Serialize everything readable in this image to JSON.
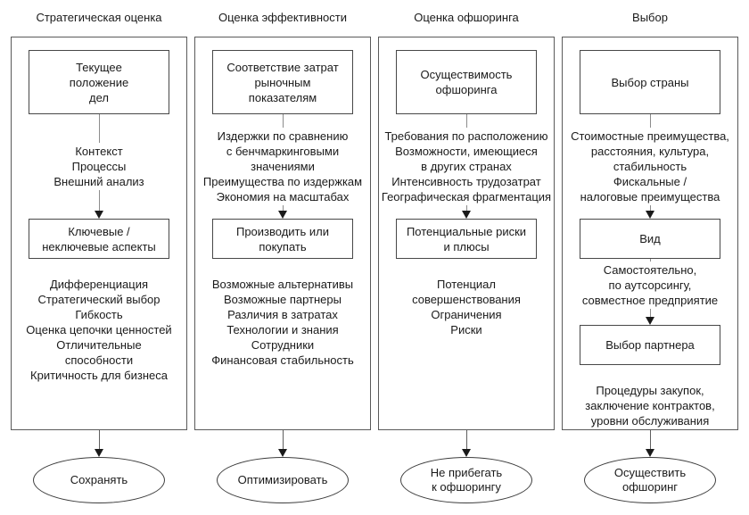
{
  "palette": {
    "ink": "#1a1a1a",
    "box_border": "#474747",
    "panel_border": "#5a5a5a",
    "connector_line": "#8c8c8c",
    "background": "#ffffff"
  },
  "diagram": {
    "columns": [
      {
        "slug": "strategic-assessment",
        "header": "Стратегическая оценка",
        "flow": [
          {
            "kind": "box",
            "lines": [
              "Текущее",
              "положение",
              "дел"
            ]
          },
          {
            "kind": "connector",
            "lines": [
              "Контекст",
              "Процессы",
              "Внешний анализ"
            ]
          },
          {
            "kind": "box",
            "lines": [
              "Ключевые /",
              "неключевые аспекты"
            ]
          },
          {
            "kind": "list",
            "lines": [
              "Дифференциация",
              "Стратегический выбор",
              "Гибкость",
              "Оценка цепочки ценностей",
              "Отличительные",
              "способности",
              "Критичность для бизнеса"
            ]
          }
        ],
        "outcome": {
          "lines": [
            "Сохранять"
          ]
        }
      },
      {
        "slug": "efficiency-assessment",
        "header": "Оценка эффективности",
        "flow": [
          {
            "kind": "box",
            "lines": [
              "Соответствие затрат",
              "рыночным",
              "показателям"
            ]
          },
          {
            "kind": "connector",
            "lines": [
              "Издержки по сравнению",
              "с бенчмаркинговыми",
              "значениями",
              "Преимущества по издержкам",
              "Экономия на масштабах"
            ]
          },
          {
            "kind": "box",
            "lines": [
              "Производить или",
              "покупать"
            ]
          },
          {
            "kind": "list",
            "lines": [
              "Возможные альтернативы",
              "Возможные партнеры",
              "Различия в затратах",
              "Технологии и знания",
              "Сотрудники",
              "Финансовая стабильность"
            ]
          }
        ],
        "outcome": {
          "lines": [
            "Оптимизировать"
          ]
        }
      },
      {
        "slug": "offshoring-assessment",
        "header": "Оценка офшоринга",
        "flow": [
          {
            "kind": "box",
            "lines": [
              "Осуществимость",
              "офшоринга"
            ]
          },
          {
            "kind": "connector",
            "lines": [
              "Требования по расположению",
              "Возможности, имеющиеся",
              "в других странах",
              "Интенсивность трудозатрат",
              "Географическая фрагментация"
            ]
          },
          {
            "kind": "box",
            "lines": [
              "Потенциальные риски",
              "и плюсы"
            ]
          },
          {
            "kind": "list",
            "lines": [
              "Потенциал",
              "совершенствования",
              "Ограничения",
              "Риски"
            ]
          }
        ],
        "outcome": {
          "lines": [
            "Не прибегать",
            "к офшорингу"
          ]
        }
      },
      {
        "slug": "choice",
        "header": "Выбор",
        "flow": [
          {
            "kind": "box",
            "lines": [
              "Выбор страны"
            ]
          },
          {
            "kind": "connector",
            "lines": [
              "Стоимостные преимущества,",
              "расстояния, культура,",
              "стабильность",
              "Фискальные /",
              "налоговые преимущества"
            ]
          },
          {
            "kind": "box",
            "lines": [
              "Вид"
            ]
          },
          {
            "kind": "connector",
            "lines": [
              "Самостоятельно,",
              "по аутсорсингу,",
              "совместное предприятие"
            ]
          },
          {
            "kind": "box",
            "lines": [
              "Выбор партнера"
            ]
          },
          {
            "kind": "list",
            "lines": [
              "Процедуры закупок,",
              "заключение контрактов,",
              "уровни обслуживания"
            ]
          }
        ],
        "outcome": {
          "lines": [
            "Осуществить",
            "офшоринг"
          ]
        }
      }
    ]
  }
}
